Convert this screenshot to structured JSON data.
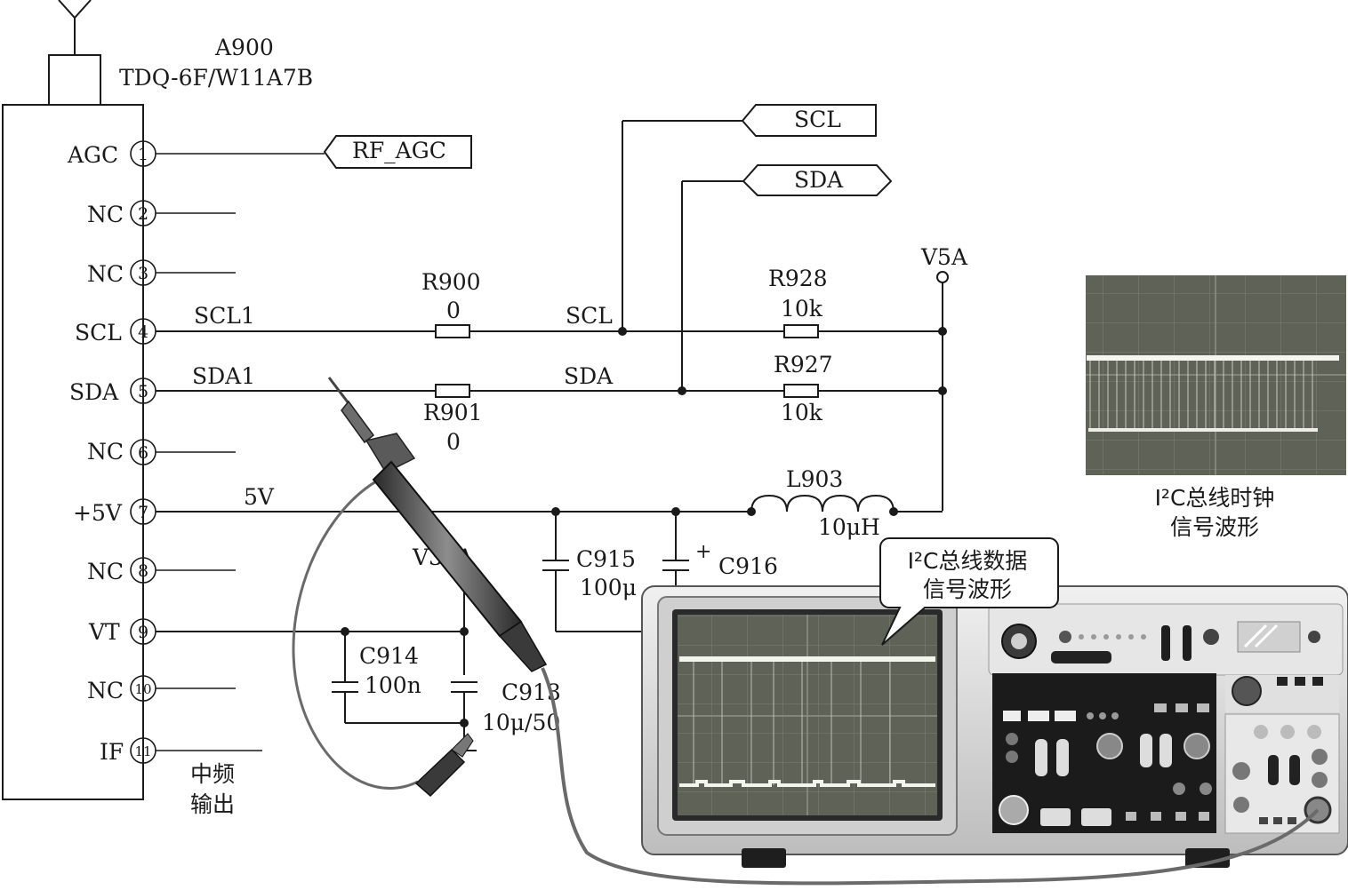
{
  "ic": {
    "ref": "A900",
    "model": "TDQ-6F/W11A7B",
    "pins": [
      {
        "num": "1",
        "name": "AGC"
      },
      {
        "num": "2",
        "name": "NC"
      },
      {
        "num": "3",
        "name": "NC"
      },
      {
        "num": "4",
        "name": "SCL"
      },
      {
        "num": "5",
        "name": "SDA"
      },
      {
        "num": "6",
        "name": "NC"
      },
      {
        "num": "7",
        "name": "+5V"
      },
      {
        "num": "8",
        "name": "NC"
      },
      {
        "num": "9",
        "name": "VT"
      },
      {
        "num": "10",
        "name": "NC"
      },
      {
        "num": "11",
        "name": "IF"
      }
    ],
    "if_output_line1": "中频",
    "if_output_line2": "输出"
  },
  "ports": {
    "rf_agc": "RF_AGC",
    "scl": "SCL",
    "sda": "SDA"
  },
  "nets": {
    "scl1": "SCL1",
    "sda1": "SDA1",
    "scl": "SCL",
    "sda": "SDA",
    "five_v": "5V",
    "v5a": "V5A",
    "v33a": "V33A"
  },
  "components": {
    "r900": {
      "ref": "R900",
      "value": "0"
    },
    "r901": {
      "ref": "R901",
      "value": "0"
    },
    "r928": {
      "ref": "R928",
      "value": "10k"
    },
    "r927": {
      "ref": "R927",
      "value": "10k"
    },
    "l903": {
      "ref": "L903",
      "value": "10μH"
    },
    "c915": {
      "ref": "C915",
      "value": "100μ"
    },
    "c916": {
      "ref": "C916",
      "value": ""
    },
    "c914": {
      "ref": "C914",
      "value": "100n"
    },
    "c913": {
      "ref": "C913",
      "value": "10μ/50"
    }
  },
  "captions": {
    "clock_line1": "I²C总线时钟",
    "clock_line2": "信号波形",
    "data_line1": "I²C总线数据",
    "data_line2": "信号波形"
  },
  "colors": {
    "ink": "#1a1a1a",
    "scope_body": "#d9d9d9",
    "scope_panel": "#1b1b1b",
    "screen": "#5f6358",
    "trace": "#f4f4ef"
  }
}
